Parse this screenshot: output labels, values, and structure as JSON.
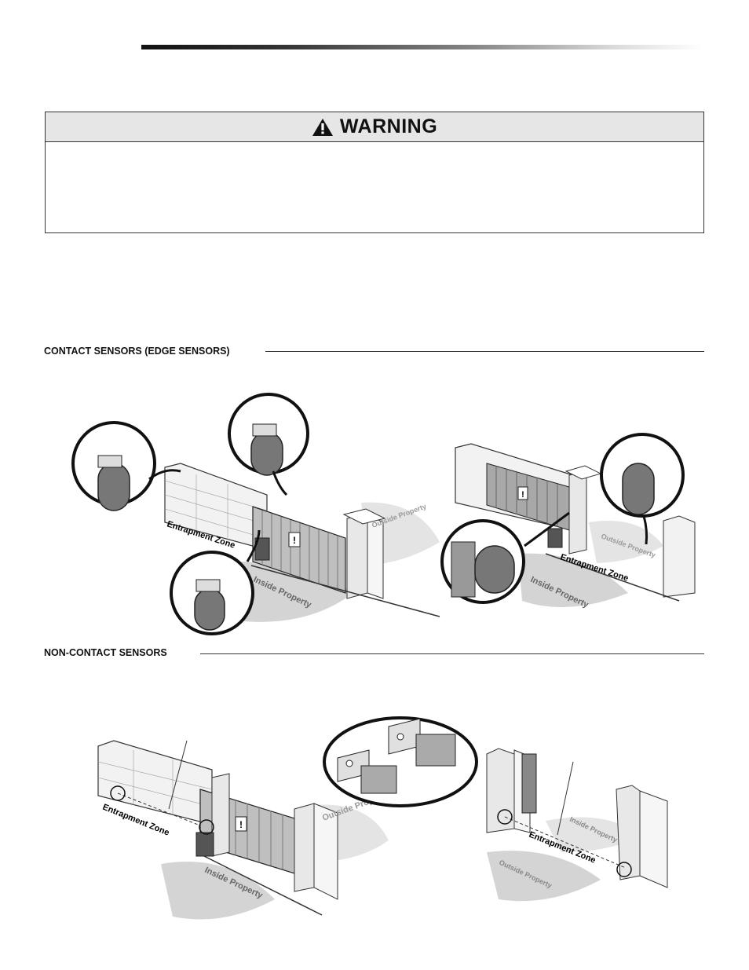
{
  "warning": {
    "title": "WARNING",
    "icon": "warning-triangle-icon"
  },
  "sections": {
    "contact": {
      "heading": "CONTACT SENSORS (EDGE SENSORS)"
    },
    "non_contact": {
      "heading": "NON-CONTACT SENSORS"
    }
  },
  "illustrations": {
    "labels": {
      "entrapment_zone": "Entrapment Zone",
      "inside_property": "Inside Property",
      "outside_property": "Outside Property"
    },
    "sign_mark": "!"
  }
}
